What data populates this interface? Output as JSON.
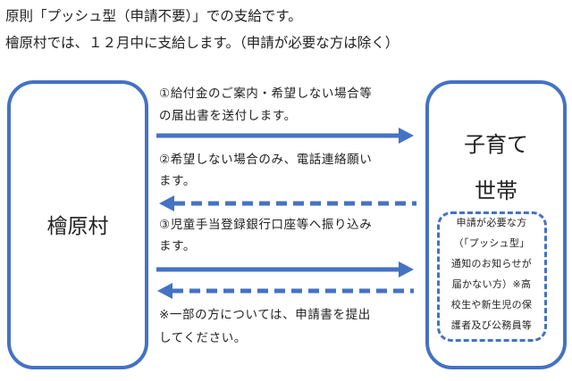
{
  "header": {
    "line1": "原則「プッシュ型（申請不要）」での支給です。",
    "line2": "檜原村では、１２月中に支給します。（申請が必要な方は除く）"
  },
  "left_box": {
    "label": "檜原村"
  },
  "right_box": {
    "label_line1": "子育て",
    "label_line2": "世帯",
    "note": [
      "申請が必要な方",
      "（「プッシュ型」",
      "通知のお知らせが",
      "届かない方）※高",
      "校生や新生児の保",
      "護者及び公務員等"
    ]
  },
  "steps": [
    {
      "line1": "①給付金のご案内・希望しない場合等",
      "line2": "の届出書を送付します。",
      "direction": "right",
      "style": "solid"
    },
    {
      "line1": "②希望しない場合のみ、電話連絡願い",
      "line2": "ます。",
      "direction": "left",
      "style": "dashed"
    },
    {
      "line1": "③児童手当登録銀行口座等へ振り込み",
      "line2": "ます。",
      "direction": "right",
      "style": "solid"
    },
    {
      "line1": "",
      "line2": "",
      "direction": "left",
      "style": "dashed"
    }
  ],
  "footnote": {
    "line1": "※一部の方については、申請書を提出",
    "line2": "してください。"
  },
  "colors": {
    "accent": "#4472C4"
  }
}
